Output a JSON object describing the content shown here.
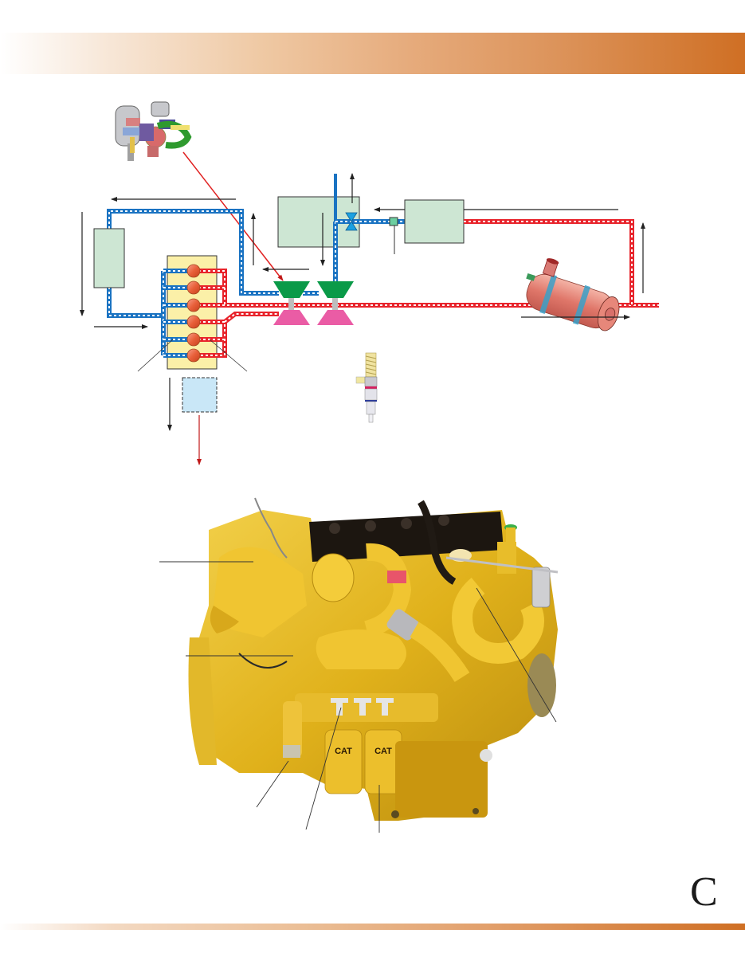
{
  "page": {
    "section_letter": "C",
    "header_band": {
      "gradient_start": "#ffffff",
      "gradient_end": "#cf6f24"
    },
    "footer_band": {
      "gradient_start": "#ffffff",
      "gradient_end": "#cf6f24"
    }
  },
  "colors": {
    "intake_air": "#1a73c2",
    "exhaust_gas": "#e8242c",
    "component_box": "#cde6d3",
    "engine_block": "#fbf0a8",
    "compressor": "#0a9a48",
    "turbine": "#ea5ca5",
    "callout_line": "#222222",
    "egr_pointer": "#e02020",
    "dashed_box": "#c9e7f7"
  },
  "schematic": {
    "components": [
      {
        "id": "turbocharger-illustration",
        "icon": "turbocharger-icon"
      },
      {
        "id": "air-cleaner-box"
      },
      {
        "id": "aftercooler-box"
      },
      {
        "id": "egr-cooler-box"
      },
      {
        "id": "engine-block"
      },
      {
        "id": "cylinder",
        "count": 6
      },
      {
        "id": "low-pressure-compressor"
      },
      {
        "id": "high-pressure-compressor"
      },
      {
        "id": "low-pressure-turbine"
      },
      {
        "id": "high-pressure-turbine"
      },
      {
        "id": "egr-valve",
        "icon": "valve-icon"
      },
      {
        "id": "sensor-box",
        "icon": "sensor-icon"
      },
      {
        "id": "aftertreatment-canister",
        "icon": "dpf-canister-icon"
      },
      {
        "id": "fuel-injector",
        "icon": "injector-icon"
      },
      {
        "id": "ecm-dashed-box"
      }
    ],
    "flow_arrows": [
      {
        "id": "top-left-arrow",
        "direction": "left"
      },
      {
        "id": "left-down-arrow",
        "direction": "down"
      },
      {
        "id": "inlet-arrow",
        "direction": "right"
      },
      {
        "id": "compressor-up-arrow",
        "direction": "up"
      },
      {
        "id": "compressor-left-arrow",
        "direction": "left"
      },
      {
        "id": "cooler-down-arrow",
        "direction": "down"
      },
      {
        "id": "vent-up-arrow",
        "direction": "up"
      },
      {
        "id": "egr-left-arrow",
        "direction": "left"
      },
      {
        "id": "right-up-arrow",
        "direction": "up"
      },
      {
        "id": "exhaust-out-arrow",
        "direction": "right"
      },
      {
        "id": "block-down-arrow",
        "direction": "down"
      },
      {
        "id": "ecm-output-arrow",
        "direction": "down"
      }
    ]
  },
  "engine_photo": {
    "brand_marks": [
      "CAT",
      "CAT"
    ],
    "callouts": [
      {
        "id": "callout-intake-elbow"
      },
      {
        "id": "callout-block-side"
      },
      {
        "id": "callout-turbo-outlet"
      },
      {
        "id": "callout-coolant-pipe"
      },
      {
        "id": "callout-fuel-manifold"
      },
      {
        "id": "callout-oil-filter"
      }
    ]
  }
}
